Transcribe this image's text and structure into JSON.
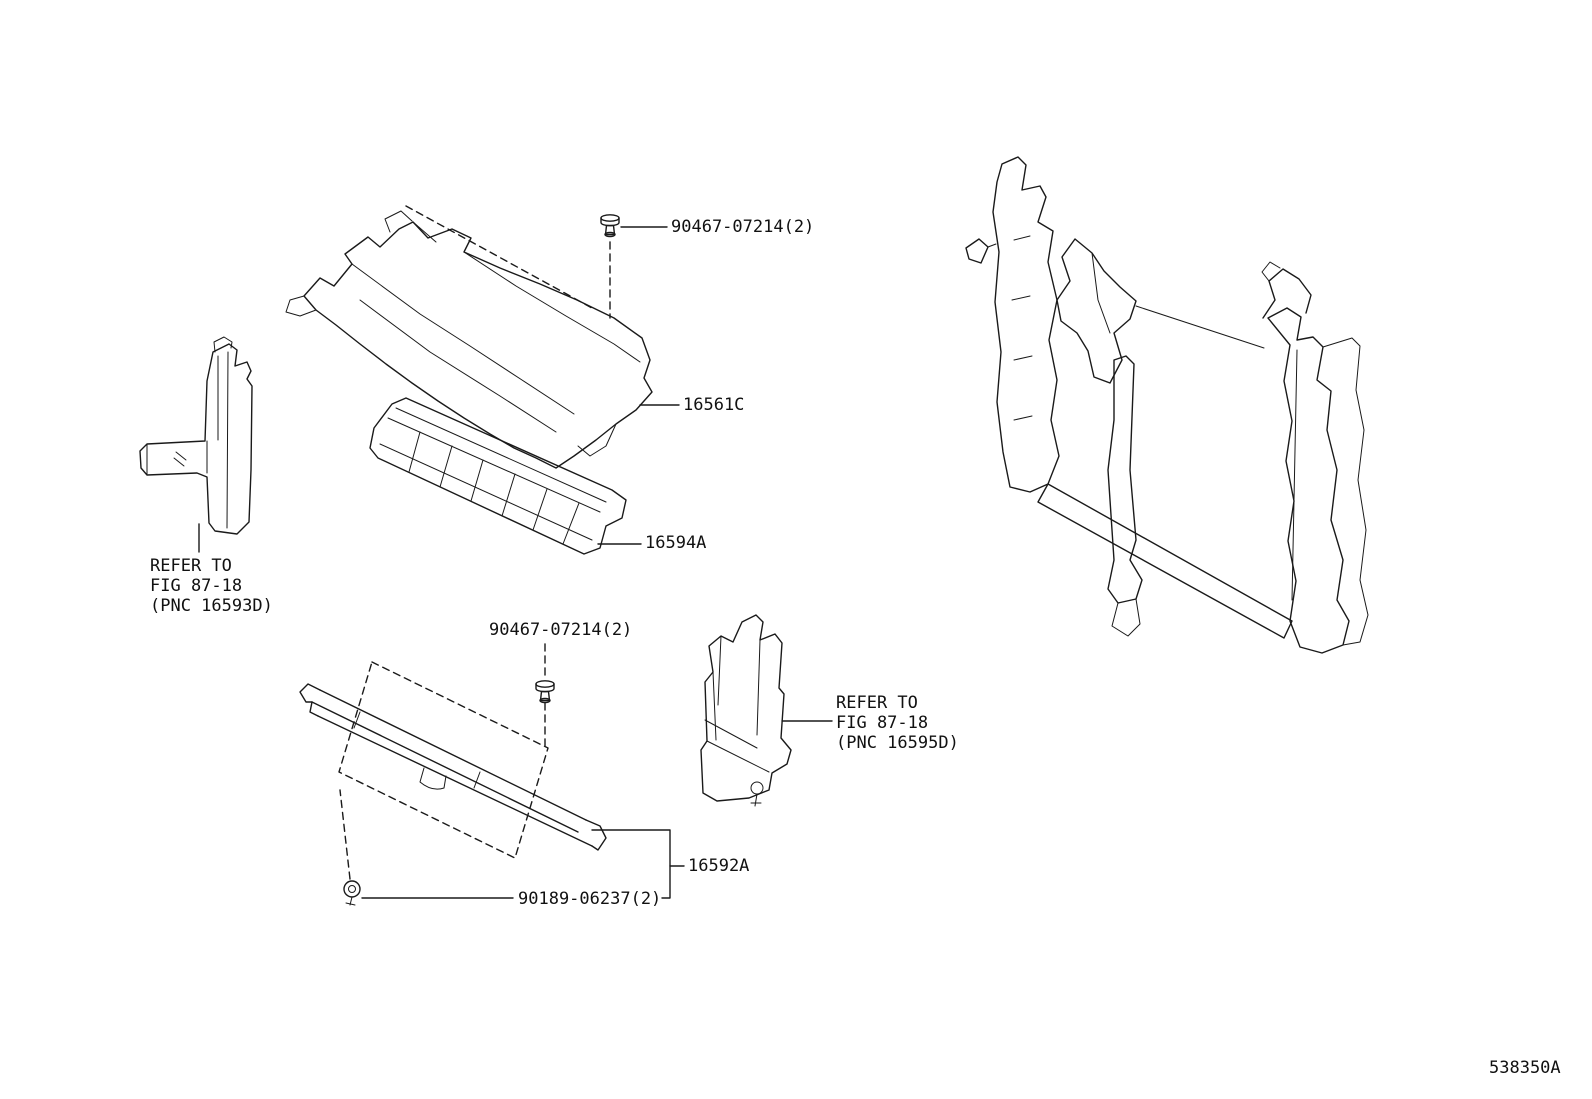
{
  "diagram": {
    "figure_code": "538350A",
    "colors": {
      "line": "#1a1a1a",
      "background": "#ffffff",
      "text": "#111111"
    },
    "callouts": {
      "clip_top": "90467-07214(2)",
      "duct_upper": "16561C",
      "duct_grille": "16594A",
      "clip_mid": "90467-07214(2)",
      "rail_lower": "16592A",
      "grommet_bottom": "90189-06237(2)"
    },
    "references": {
      "left": {
        "line1": "REFER TO",
        "line2": "FIG 87-18",
        "line3": "(PNC 16593D)"
      },
      "right": {
        "line1": "REFER TO",
        "line2": "FIG 87-18",
        "line3": "(PNC 16595D)"
      }
    },
    "icons": {
      "clip_top": "push-clip-icon",
      "clip_mid": "push-clip-icon",
      "grommet_bottom": "grommet-clip-icon"
    }
  }
}
